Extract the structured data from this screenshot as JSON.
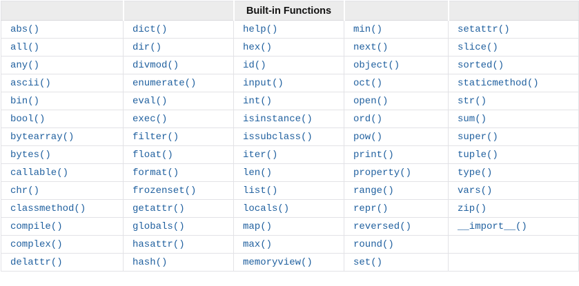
{
  "table": {
    "title": "Built-in Functions",
    "columns": [
      [
        "abs()",
        "all()",
        "any()",
        "ascii()",
        "bin()",
        "bool()",
        "bytearray()",
        "bytes()",
        "callable()",
        "chr()",
        "classmethod()",
        "compile()",
        "complex()",
        "delattr()"
      ],
      [
        "dict()",
        "dir()",
        "divmod()",
        "enumerate()",
        "eval()",
        "exec()",
        "filter()",
        "float()",
        "format()",
        "frozenset()",
        "getattr()",
        "globals()",
        "hasattr()",
        "hash()"
      ],
      [
        "help()",
        "hex()",
        "id()",
        "input()",
        "int()",
        "isinstance()",
        "issubclass()",
        "iter()",
        "len()",
        "list()",
        "locals()",
        "map()",
        "max()",
        "memoryview()"
      ],
      [
        "min()",
        "next()",
        "object()",
        "oct()",
        "open()",
        "ord()",
        "pow()",
        "print()",
        "property()",
        "range()",
        "repr()",
        "reversed()",
        "round()",
        "set()"
      ],
      [
        "setattr()",
        "slice()",
        "sorted()",
        "staticmethod()",
        "str()",
        "sum()",
        "super()",
        "tuple()",
        "type()",
        "vars()",
        "zip()",
        "__import__()",
        "",
        ""
      ]
    ],
    "colors": {
      "link": "#20609f",
      "header_bg": "#ececec",
      "border": "#e2e2e6",
      "header_text": "#111111"
    }
  }
}
